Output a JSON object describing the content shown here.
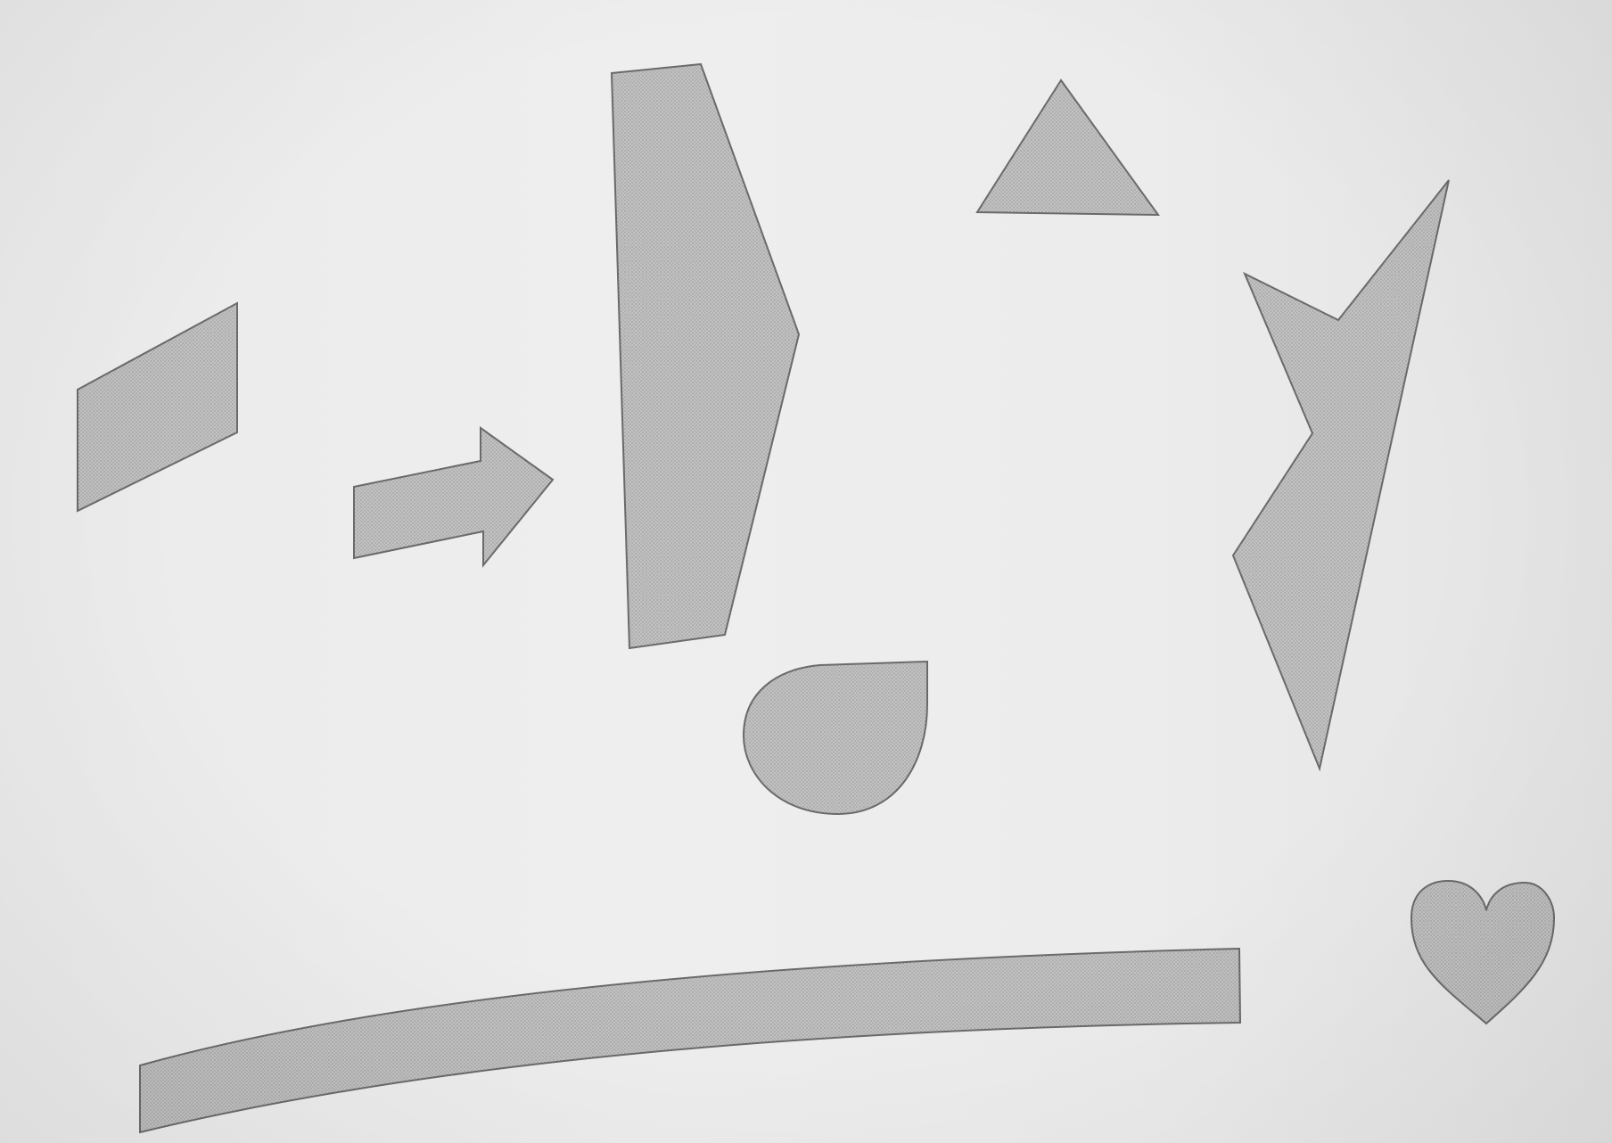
{
  "figure": {
    "background_color": "#ececec",
    "shape_fill_color": "#bdbdbd",
    "shape_stroke_color": "#6a6a6a",
    "shapes": [
      {
        "id": "parallelogram",
        "kind": "polygon"
      },
      {
        "id": "arrow",
        "kind": "polygon"
      },
      {
        "id": "tall-pentagon",
        "kind": "polygon"
      },
      {
        "id": "triangle",
        "kind": "polygon"
      },
      {
        "id": "jagged-star-polygon",
        "kind": "polygon"
      },
      {
        "id": "teardrop",
        "kind": "path"
      },
      {
        "id": "curved-band",
        "kind": "path"
      },
      {
        "id": "heart",
        "kind": "path"
      }
    ]
  }
}
